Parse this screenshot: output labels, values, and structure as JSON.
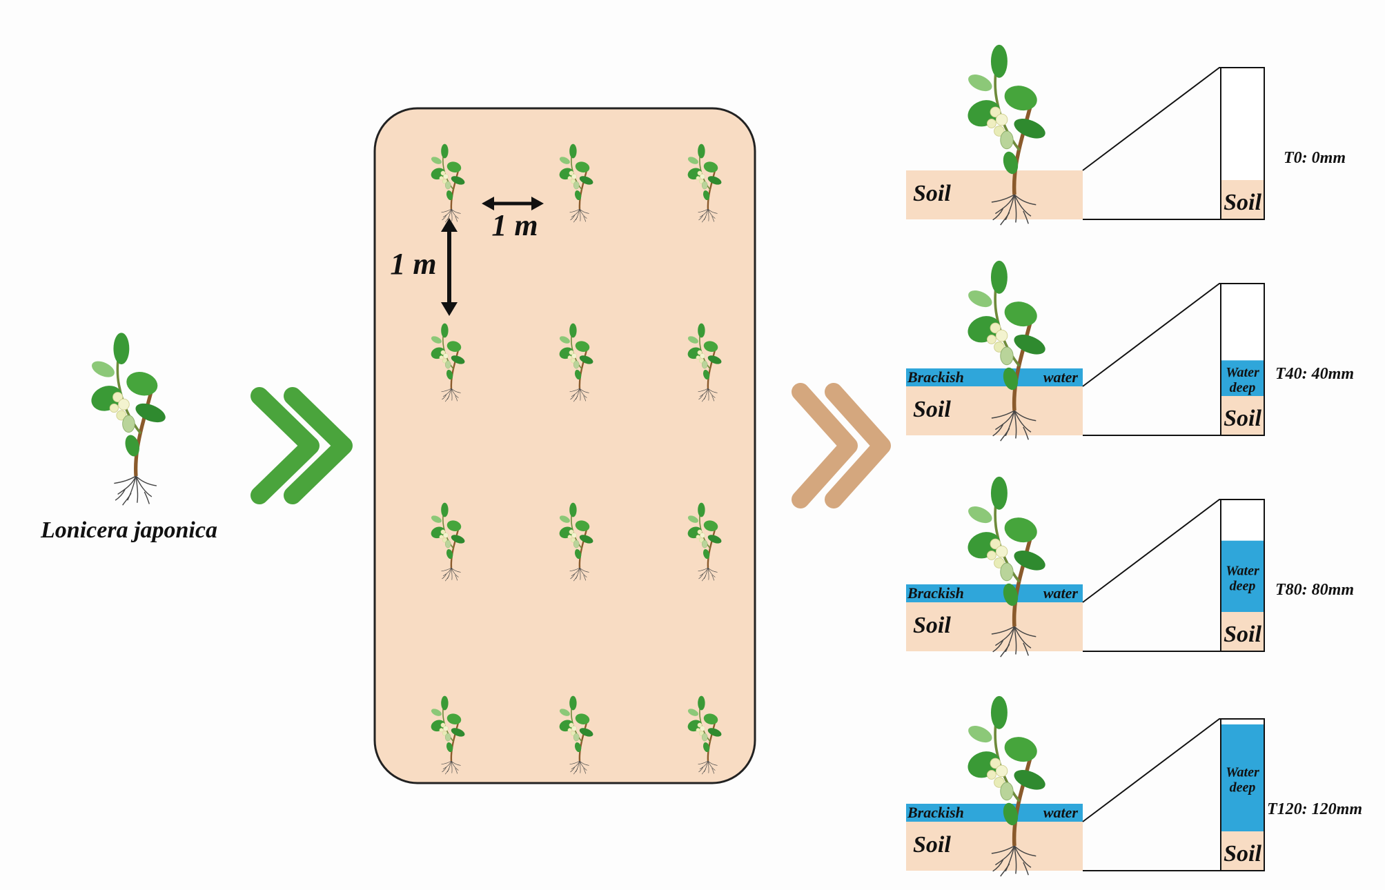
{
  "species": "Lonicera japonica",
  "spacing": {
    "horizontal": "1 m",
    "vertical": "1 m"
  },
  "colors": {
    "soil": "#f8dcc3",
    "water": "#2fa6da",
    "leaf": "#3a9a36",
    "leaf_light": "#8cc878",
    "stem": "#8a5a2b",
    "flower": "#efeec0",
    "arrow_green": "#4aa43c",
    "arrow_tan": "#d4a77e",
    "plot_border": "#222222"
  },
  "treatments": [
    {
      "id": "T0",
      "label": "T0: 0mm",
      "depth_mm": 0,
      "soil": "Soil",
      "water": "",
      "brackish_left": "",
      "brackish_right": "",
      "water_deep_1": "",
      "water_deep_2": ""
    },
    {
      "id": "T40",
      "label": "T40: 40mm",
      "depth_mm": 40,
      "soil": "Soil",
      "water": "water",
      "brackish_left": "Brackish",
      "brackish_right": "water",
      "water_deep_1": "Water",
      "water_deep_2": "deep"
    },
    {
      "id": "T80",
      "label": "T80: 80mm",
      "depth_mm": 80,
      "soil": "Soil",
      "water": "water",
      "brackish_left": "Brackish",
      "brackish_right": "water",
      "water_deep_1": "Water",
      "water_deep_2": "deep"
    },
    {
      "id": "T120",
      "label": "T120: 120mm",
      "depth_mm": 120,
      "soil": "Soil",
      "water": "water",
      "brackish_left": "Brackish",
      "brackish_right": "water",
      "water_deep_1": "Water",
      "water_deep_2": "deep"
    }
  ]
}
